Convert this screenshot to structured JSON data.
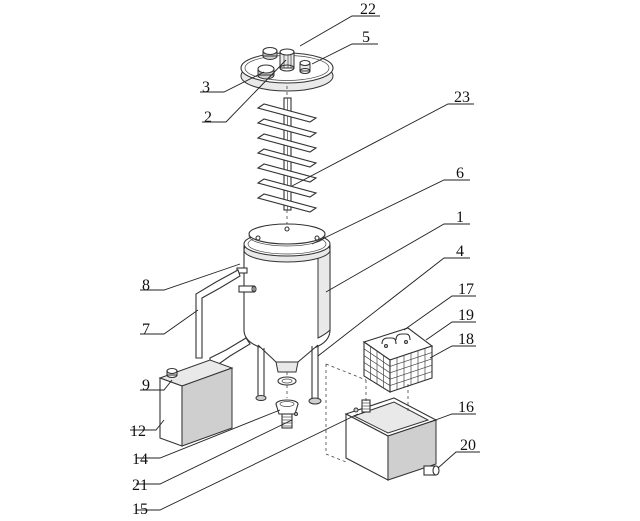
{
  "labels": [
    {
      "text": "22"
    },
    {
      "text": "5"
    },
    {
      "text": "3"
    },
    {
      "text": "2"
    },
    {
      "text": "23"
    },
    {
      "text": "6"
    },
    {
      "text": "1"
    },
    {
      "text": "4"
    },
    {
      "text": "8"
    },
    {
      "text": "7"
    },
    {
      "text": "17"
    },
    {
      "text": "19"
    },
    {
      "text": "18"
    },
    {
      "text": "9"
    },
    {
      "text": "12"
    },
    {
      "text": "16"
    },
    {
      "text": "14"
    },
    {
      "text": "20"
    },
    {
      "text": "21"
    },
    {
      "text": "15"
    }
  ]
}
